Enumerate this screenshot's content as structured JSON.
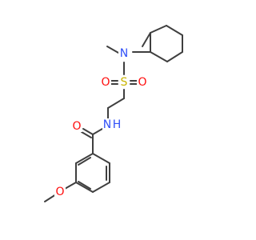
{
  "molecule": {
    "atoms": {
      "n_amine": {
        "symbol": "N",
        "color": "#3050f8"
      },
      "s_sulfonyl": {
        "symbol": "S",
        "color": "#c8b400"
      },
      "o_sulfonyl_left": {
        "symbol": "O",
        "color": "#ff0d0d"
      },
      "o_sulfonyl_right": {
        "symbol": "O",
        "color": "#ff0d0d"
      },
      "n_amide": {
        "symbol": "N",
        "color": "#3050f8"
      },
      "h_amide": {
        "symbol": "H",
        "color": "#3050f8"
      },
      "o_carbonyl": {
        "symbol": "O",
        "color": "#ff0d0d"
      },
      "o_methoxy": {
        "symbol": "O",
        "color": "#ff0d0d"
      }
    },
    "bond_color": "#3f3f3f",
    "background_color": "#ffffff"
  }
}
